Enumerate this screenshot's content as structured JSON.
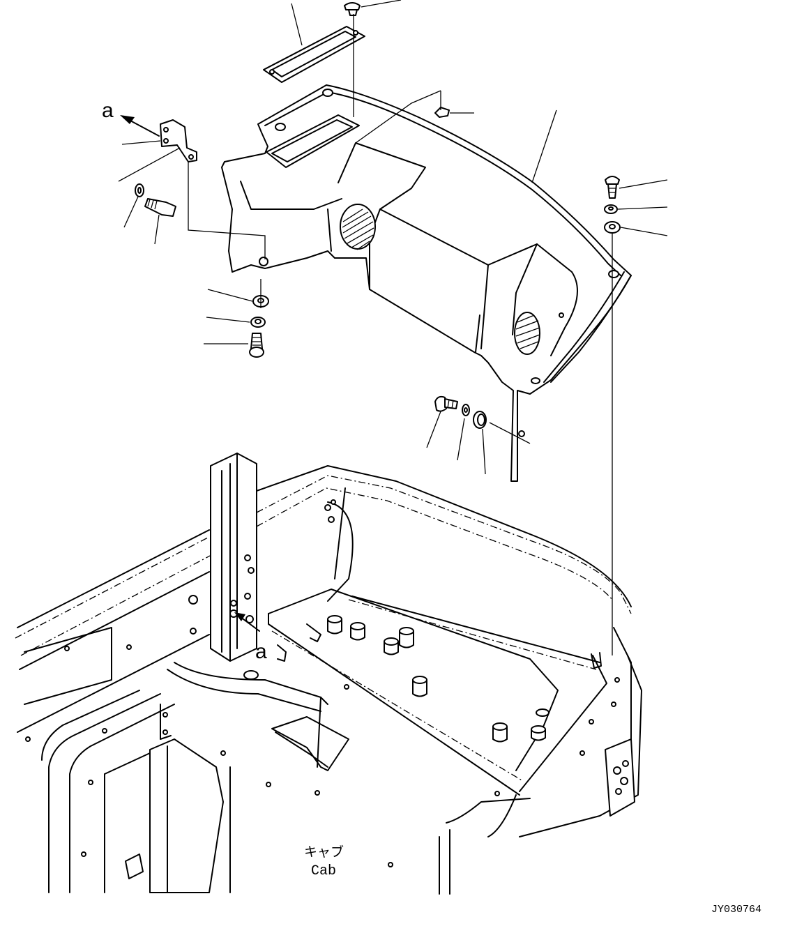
{
  "labels": {
    "view_marker_top": "a",
    "view_marker_bottom": "a",
    "cab_japanese": "キャブ",
    "cab_english": "Cab",
    "drawing_number": "JY030764"
  },
  "icons": [
    "view-arrow-icon",
    "speaker-grille-icon",
    "bolt-icon",
    "washer-icon",
    "grommet-icon"
  ]
}
